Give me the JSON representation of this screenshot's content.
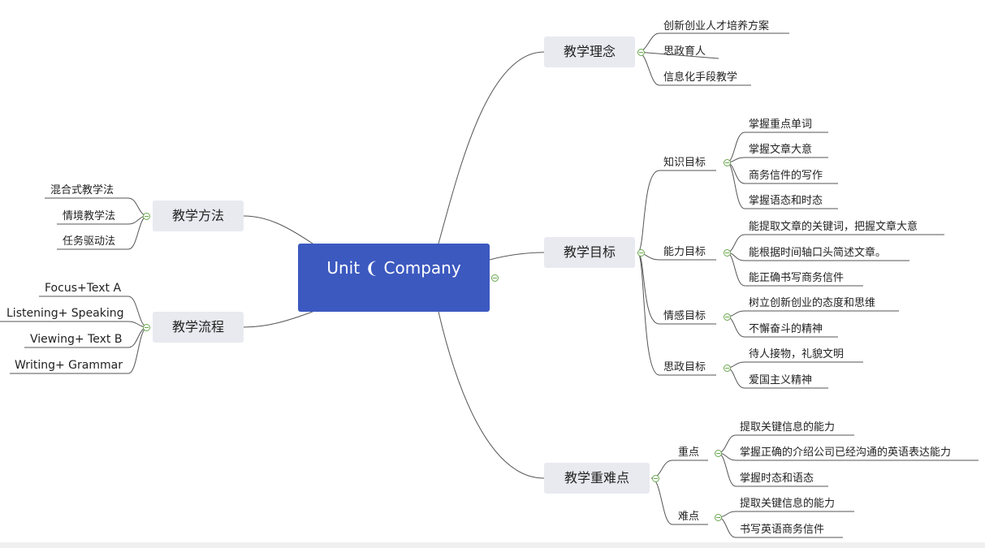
{
  "central": {
    "title": "Unit ❨ Company",
    "subtitle": ""
  },
  "topics": {
    "philosophy": {
      "label": "教学理念",
      "items": [
        "创新创业人才培养方案",
        "思政育人",
        "信息化手段教学"
      ]
    },
    "objectives": {
      "label": "教学目标",
      "groups": [
        {
          "label": "知识目标",
          "items": [
            "掌握重点单词",
            "掌握文章大意",
            "商务信件的写作",
            "掌握语态和时态"
          ]
        },
        {
          "label": "能力目标",
          "items": [
            "能提取文章的关键词，把握文章大意",
            "能根据时间轴口头简述文章。",
            "能正确书写商务信件"
          ]
        },
        {
          "label": "情感目标",
          "items": [
            "树立创新创业的态度和思维",
            "不懈奋斗的精神"
          ]
        },
        {
          "label": "思政目标",
          "items": [
            "待人接物，礼貌文明",
            "爱国主义精神"
          ]
        }
      ]
    },
    "key_difficult": {
      "label": "教学重难点",
      "groups": [
        {
          "label": "重点",
          "items": [
            "提取关键信息的能力",
            "掌握正确的介绍公司已经沟通的英语表达能力",
            "掌握时态和语态"
          ]
        },
        {
          "label": "难点",
          "items": [
            "提取关键信息的能力",
            "书写英语商务信件"
          ]
        }
      ]
    },
    "methods": {
      "label": "教学方法",
      "items": [
        "混合式教学法",
        "情境教学法",
        "任务驱动法"
      ]
    },
    "process": {
      "label": "教学流程",
      "items": [
        "Focus+Text A",
        "Listening+ Speaking",
        "Viewing+ Text B",
        "Writing+ Grammar"
      ]
    }
  },
  "colors": {
    "central_bg": "#3c59c0",
    "topic_bg": "#e9eaf0",
    "connector": "#555555",
    "toggle": "#6aa84f"
  }
}
